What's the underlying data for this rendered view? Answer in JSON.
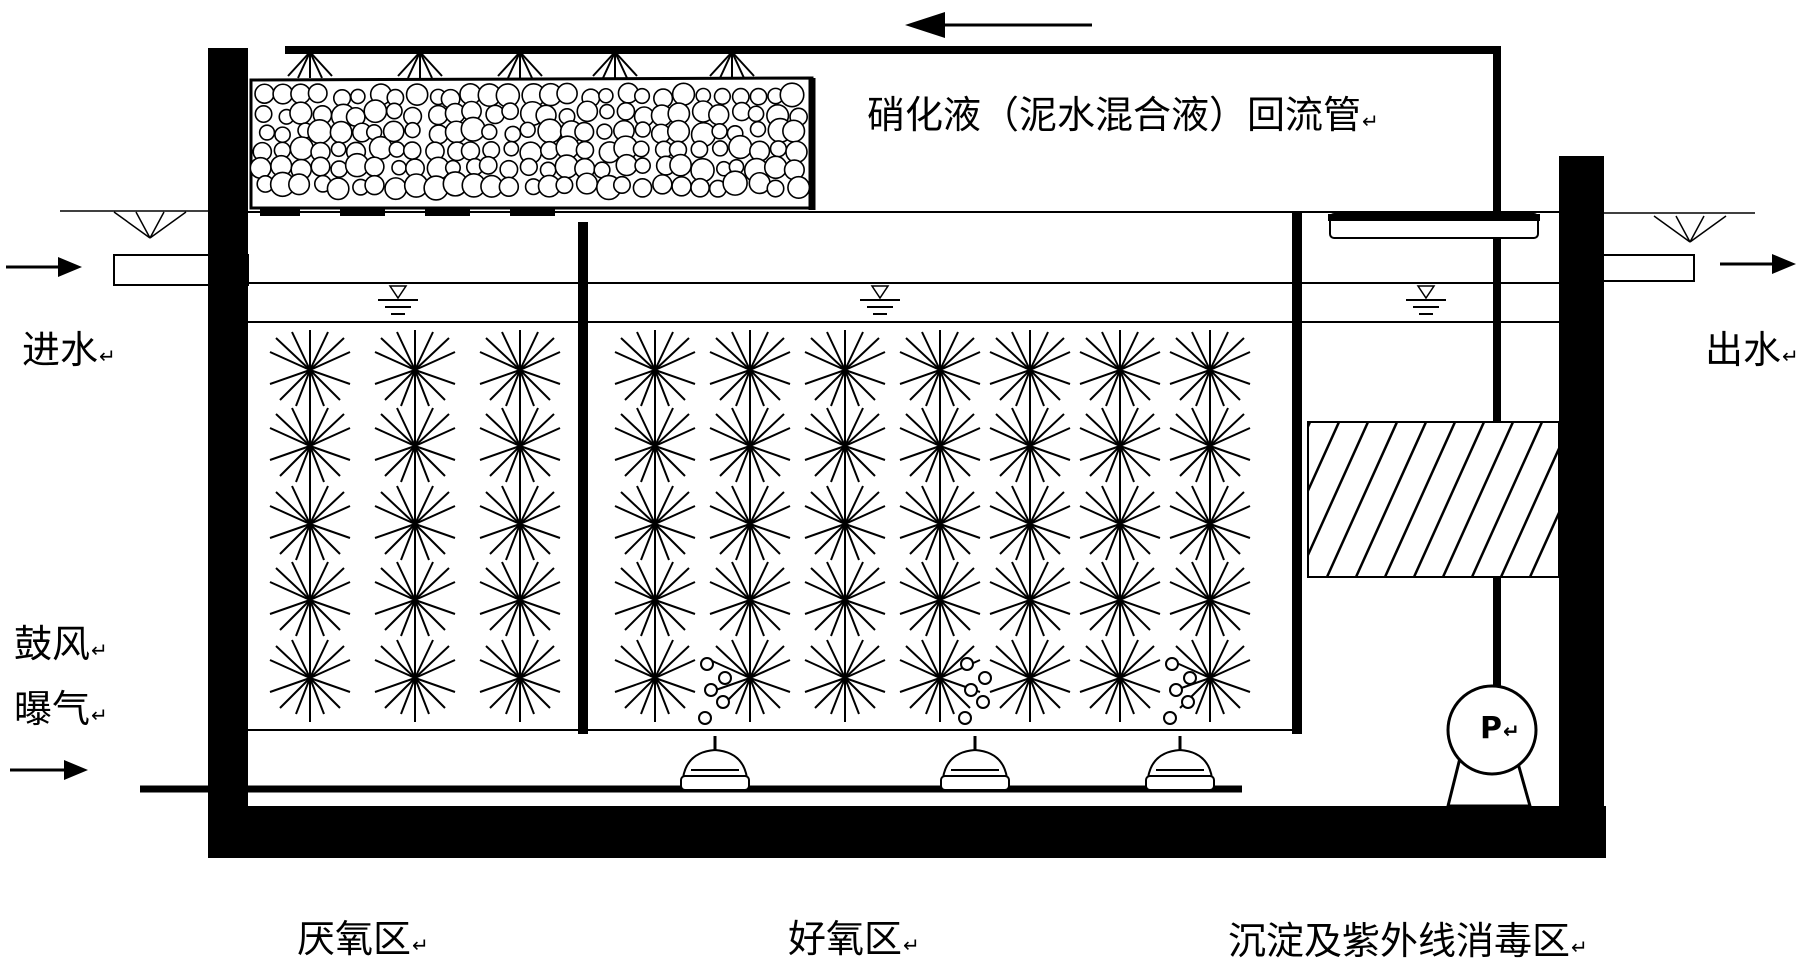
{
  "colors": {
    "line": "#000000",
    "background": "#ffffff"
  },
  "labels": {
    "return_pipe": "硝化液（泥水混合液）回流管",
    "inlet": "进水",
    "outlet": "出水",
    "blower": "鼓风",
    "aeration": "曝气",
    "pump": "P",
    "zone_anaerobic": "厌氧区",
    "zone_aerobic": "好氧区",
    "zone_settling": "沉淀及紫外线消毒区",
    "return_mark": "↵"
  },
  "icons": {
    "flow_arrow": "arrow-icon",
    "water_level": "water-level-icon",
    "filler": "biofilm-filler-icon",
    "diffuser": "air-diffuser-icon",
    "pump": "pump-icon",
    "uv_lamp": "uv-lamp-icon",
    "sprinkler": "sprinkler-icon"
  }
}
